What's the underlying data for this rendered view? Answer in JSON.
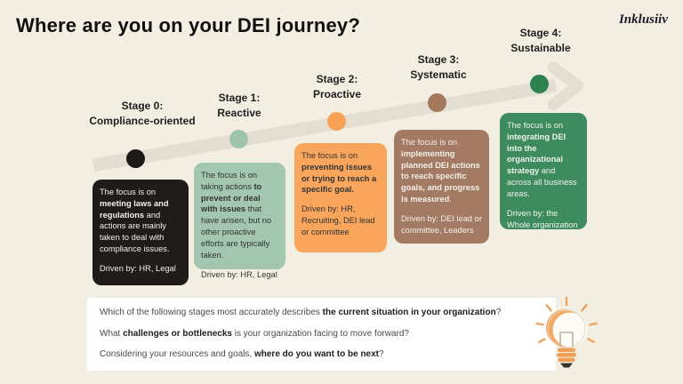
{
  "title": "Where are you on your DEI journey?",
  "logo": "Inklusiiv",
  "colors": {
    "background": "#f2efe2",
    "arrow": "#e2dfd2",
    "panel": "#ffffff",
    "title_text": "#101010",
    "bulb_accent": "#eda45f"
  },
  "stages": [
    {
      "label": "Stage 0:",
      "name": "Compliance-oriented",
      "dot_color": "#1c1916",
      "card_color": "#201c1a",
      "text_color": "#f2f0e9",
      "body": [
        {
          "t": "The focus is on "
        },
        {
          "t": "meeting laws and regulations",
          "b": 1
        },
        {
          "t": " and actions are mainly taken to deal with compliance issues."
        }
      ],
      "driven_by": "Driven by: HR, Legal"
    },
    {
      "label": "Stage 1:",
      "name": "Reactive",
      "dot_color": "#9fc3ac",
      "card_color": "#a3c6b0",
      "text_color": "#333333",
      "body": [
        {
          "t": "The focus is on taking actions "
        },
        {
          "t": "to prevent or deal with issues",
          "b": 1
        },
        {
          "t": " that have arisen, but no other proactive efforts are typically taken."
        }
      ],
      "driven_by": "Driven by: HR, Legal"
    },
    {
      "label": "Stage 2:",
      "name": "Proactive",
      "dot_color": "#f8a154",
      "card_color": "#f9a55c",
      "text_color": "#333333",
      "body": [
        {
          "t": "The focus is on "
        },
        {
          "t": "preventing issues or trying to reach a specific goal.",
          "b": 1
        }
      ],
      "driven_by": "Driven by: HR, Recruiting, DEI lead or committee"
    },
    {
      "label": "Stage 3:",
      "name": "Systematic",
      "dot_color": "#a3785c",
      "card_color": "#a37a63",
      "text_color": "#f4f1ea",
      "body": [
        {
          "t": "The focus is on "
        },
        {
          "t": "implementing planned DEI actions to reach specific goals, and progress is measured",
          "b": 1
        },
        {
          "t": "."
        }
      ],
      "driven_by": "Driven by: DEI lead or committee, Leaders"
    },
    {
      "label": "Stage 4:",
      "name": "Sustainable",
      "dot_color": "#2e8251",
      "card_color": "#3e8c5e",
      "text_color": "#eef3ec",
      "body": [
        {
          "t": "The focus is on "
        },
        {
          "t": "integrating DEI into the organizational strategy",
          "b": 1
        },
        {
          "t": " and across all business areas."
        }
      ],
      "driven_by": "Driven by: the Whole organization"
    }
  ],
  "questions": [
    [
      {
        "t": "Which of the following stages most accurately describes "
      },
      {
        "t": "the current situation in your organization",
        "b": 1
      },
      {
        "t": "?"
      }
    ],
    [
      {
        "t": "What "
      },
      {
        "t": "challenges or bottlenecks",
        "b": 1
      },
      {
        "t": " is your organization facing to move forward?"
      }
    ],
    [
      {
        "t": "Considering your resources and goals, "
      },
      {
        "t": "where do you want to be next",
        "b": 1
      },
      {
        "t": "?"
      }
    ]
  ],
  "icons": {
    "lightbulb": "lightbulb"
  }
}
